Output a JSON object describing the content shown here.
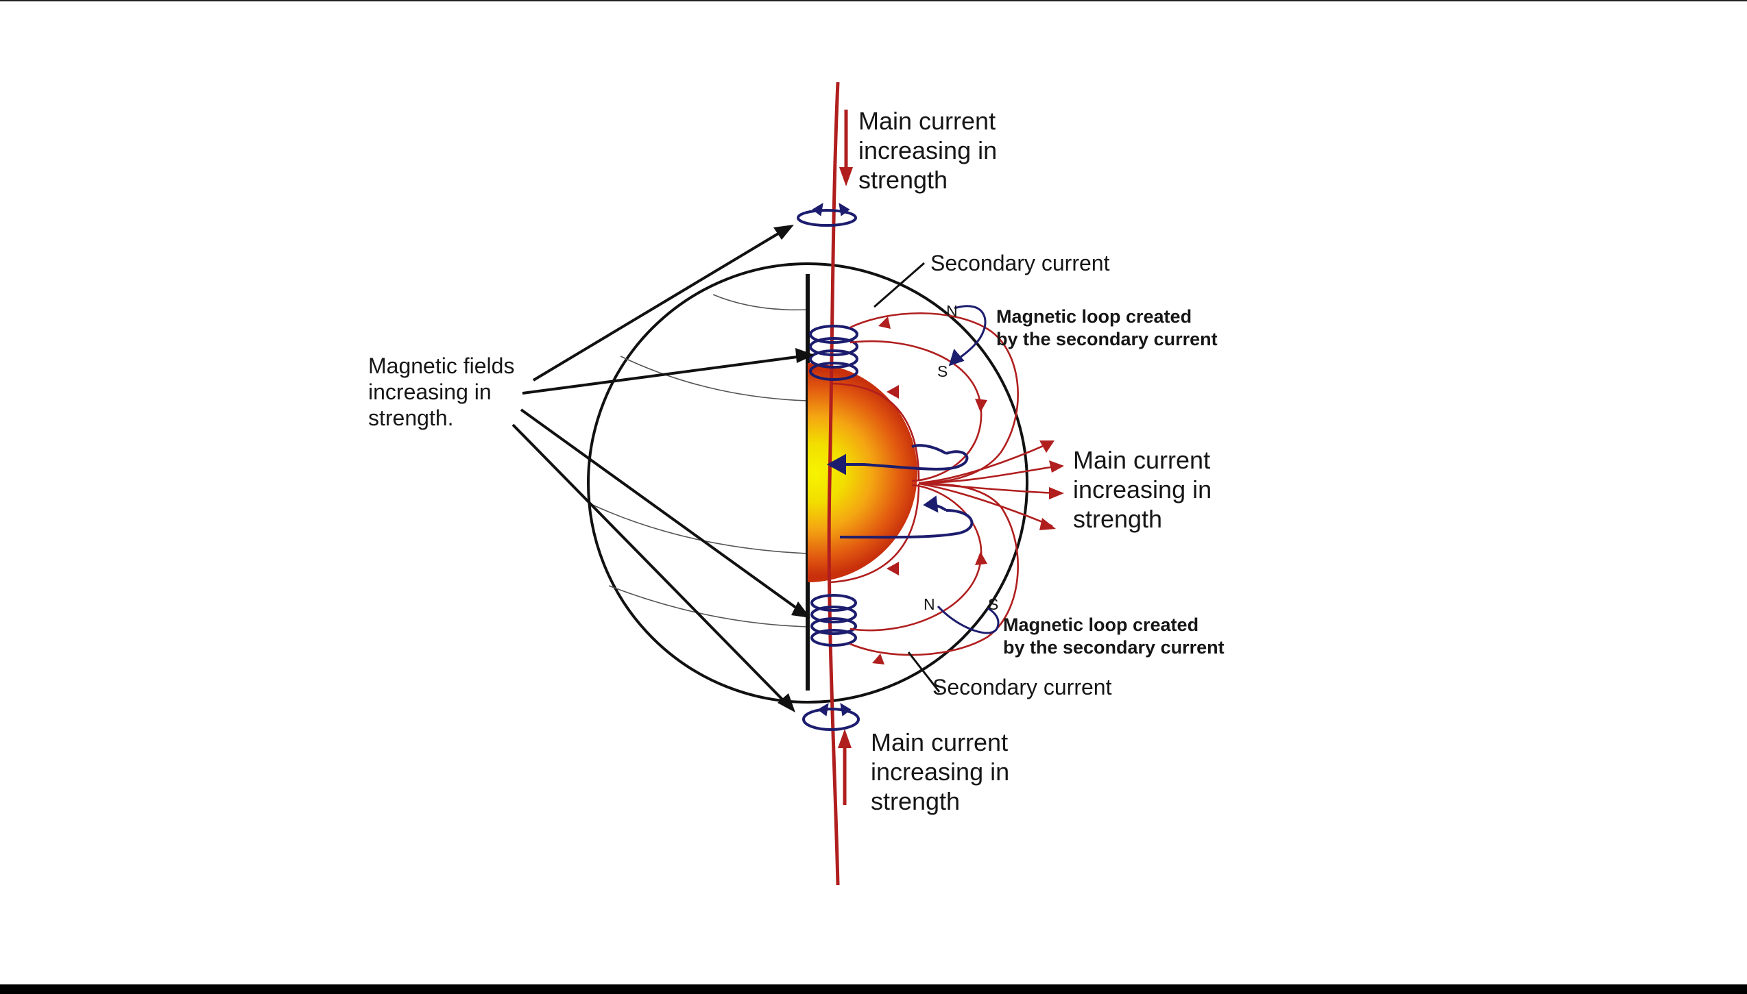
{
  "labels": {
    "main_current_top": [
      "Main current",
      "increasing in",
      "strength"
    ],
    "main_current_right": [
      "Main current",
      "increasing in",
      "strength"
    ],
    "main_current_bottom": [
      "Main current",
      "increasing in",
      "strength"
    ],
    "magnetic_fields": [
      "Magnetic fields",
      "increasing in",
      "strength."
    ],
    "secondary_current_top": "Secondary current",
    "secondary_current_bottom": "Secondary current",
    "loop_top": [
      "Magnetic loop created",
      "by the secondary current"
    ],
    "loop_bottom": [
      "Magnetic loop created",
      "by the secondary current"
    ],
    "pole_n_top": "N",
    "pole_s_top": "S",
    "pole_n_bottom": "N",
    "pole_s_bottom": "S"
  },
  "colors": {
    "current_red": "#b01e1e",
    "magnetic_blue": "#1c1d6e",
    "outline_black": "#111111",
    "core_inner_yellow": "#f7f400",
    "core_orange": "#f08a10",
    "core_outer_red": "#c8300c"
  }
}
